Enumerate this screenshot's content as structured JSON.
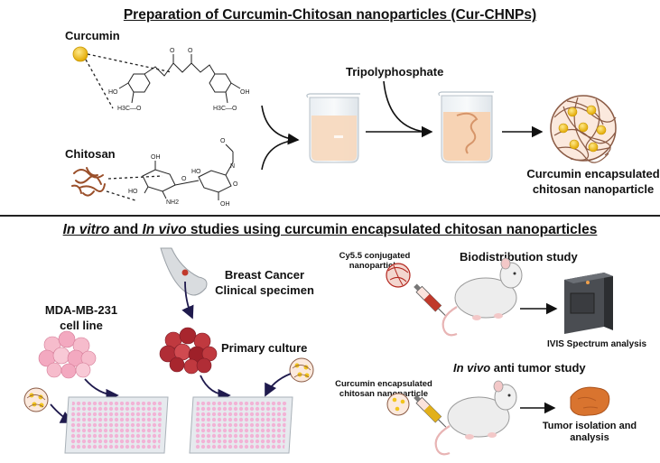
{
  "top": {
    "title": "Preparation of Curcumin-Chitosan nanoparticles (Cur-CHNPs)",
    "curcumin_label": "Curcumin",
    "chitosan_label": "Chitosan",
    "tpp_label": "Tripolyphosphate",
    "product_label": [
      "Curcumin encapsulated",
      "chitosan nanoparticle"
    ],
    "mol_labels": {
      "ho": "HO",
      "oh": "OH",
      "o": "O",
      "nh2": "NH2",
      "n": "N",
      "ch3o": "H3C—O"
    }
  },
  "bottom": {
    "title_italic_1": "In vitro",
    "title_mid_1": " and ",
    "title_italic_2": "In vivo",
    "title_rest": " studies using curcumin encapsulated chitosan nanoparticles",
    "breast_label": [
      "Breast Cancer",
      "Clinical specimen"
    ],
    "cell_line_label": [
      "MDA-MB-231",
      "cell line"
    ],
    "primary_culture_label": "Primary culture",
    "cy55_label": [
      "Cy5.5 conjugated",
      "nanoparticle"
    ],
    "biodistribution_label": "Biodistribution study",
    "ivis_label": "IVIS Spectrum analysis",
    "antitumor_italic": "In vivo",
    "antitumor_rest": " anti tumor study",
    "cur_np_label": [
      "Curcumin encapsulated",
      "chitosan nanoparticle"
    ],
    "tumor_label": [
      "Tumor isolation and",
      "analysis"
    ]
  },
  "colors": {
    "curcumin": "#f2c41c",
    "chitosan": "#9a4f2a",
    "beaker_liquid": "#f7d9bf",
    "cells_pink": "#f3a9c0",
    "cells_red": "#b22b3a",
    "plate_wells": "#f2b3d6",
    "arrow_navy": "#1f1a4d",
    "tumor": "#d9742f"
  }
}
